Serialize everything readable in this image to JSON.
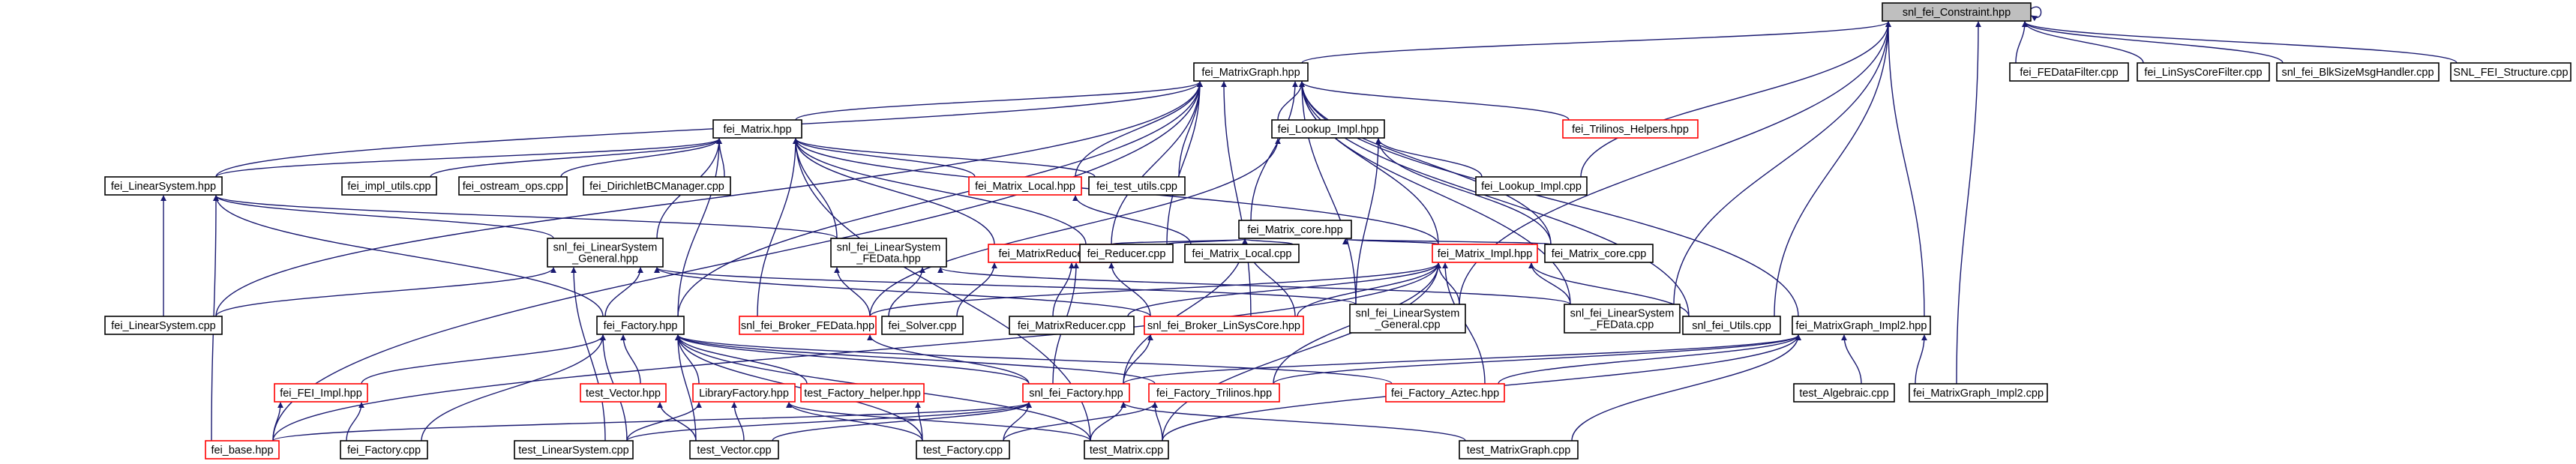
{
  "colors": {
    "edge": "#191970",
    "node_border": "#000000",
    "node_border_undocumented": "#ff0000",
    "root_fill": "#bfbfbf",
    "node_fill": "#ffffff"
  },
  "nodes": [
    {
      "id": "root",
      "lines": [
        "snl_fei_Constraint.hpp"
      ],
      "style": "root"
    },
    {
      "id": "mgh",
      "lines": [
        "fei_MatrixGraph.hpp"
      ],
      "style": "normal"
    },
    {
      "id": "fedatafilter",
      "lines": [
        "fei_FEDataFilter.cpp"
      ],
      "style": "normal"
    },
    {
      "id": "linsyscorefilter",
      "lines": [
        "fei_LinSysCoreFilter.cpp"
      ],
      "style": "normal"
    },
    {
      "id": "blksize",
      "lines": [
        "snl_fei_BlkSizeMsgHandler.cpp"
      ],
      "style": "normal"
    },
    {
      "id": "snlfeistructure",
      "lines": [
        "SNL_FEI_Structure.cpp"
      ],
      "style": "normal"
    },
    {
      "id": "matrixhpp",
      "lines": [
        "fei_Matrix.hpp"
      ],
      "style": "normal"
    },
    {
      "id": "lookupimplhpp",
      "lines": [
        "fei_Lookup_Impl.hpp"
      ],
      "style": "normal"
    },
    {
      "id": "trilinoshelpers",
      "lines": [
        "fei_Trilinos_Helpers.hpp"
      ],
      "style": "red"
    },
    {
      "id": "linsyshpp",
      "lines": [
        "fei_LinearSystem.hpp"
      ],
      "style": "normal"
    },
    {
      "id": "implutils",
      "lines": [
        "fei_impl_utils.cpp"
      ],
      "style": "normal"
    },
    {
      "id": "ostreamops",
      "lines": [
        "fei_ostream_ops.cpp"
      ],
      "style": "normal"
    },
    {
      "id": "dirichlet",
      "lines": [
        "fei_DirichletBCManager.cpp"
      ],
      "style": "normal"
    },
    {
      "id": "matrixlocalhpp",
      "lines": [
        "fei_Matrix_Local.hpp"
      ],
      "style": "red"
    },
    {
      "id": "testutils",
      "lines": [
        "fei_test_utils.cpp"
      ],
      "style": "normal"
    },
    {
      "id": "lookupimplcpp",
      "lines": [
        "fei_Lookup_Impl.cpp"
      ],
      "style": "normal"
    },
    {
      "id": "matrixcorehpp",
      "lines": [
        "fei_Matrix_core.hpp"
      ],
      "style": "normal"
    },
    {
      "id": "snllsgenhpp",
      "lines": [
        "snl_fei_LinearSystem",
        "_General.hpp"
      ],
      "style": "normal"
    },
    {
      "id": "snllsfedatahpp",
      "lines": [
        "snl_fei_LinearSystem",
        "_FEData.hpp"
      ],
      "style": "normal"
    },
    {
      "id": "reducerhpp",
      "lines": [
        "fei_MatrixReducer.hpp"
      ],
      "style": "red"
    },
    {
      "id": "reducercpp",
      "lines": [
        "fei_Reducer.cpp"
      ],
      "style": "normal"
    },
    {
      "id": "matrixlocalcpp",
      "lines": [
        "fei_Matrix_Local.cpp"
      ],
      "style": "normal"
    },
    {
      "id": "matriximplhpp",
      "lines": [
        "fei_Matrix_Impl.hpp"
      ],
      "style": "red"
    },
    {
      "id": "matrixcorecpp",
      "lines": [
        "fei_Matrix_core.cpp"
      ],
      "style": "normal"
    },
    {
      "id": "linsyscpp",
      "lines": [
        "fei_LinearSystem.cpp"
      ],
      "style": "normal"
    },
    {
      "id": "factoryhpp",
      "lines": [
        "fei_Factory.hpp"
      ],
      "style": "normal"
    },
    {
      "id": "brokerfedata",
      "lines": [
        "snl_fei_Broker_FEData.hpp"
      ],
      "style": "red"
    },
    {
      "id": "solvercpp",
      "lines": [
        "fei_Solver.cpp"
      ],
      "style": "normal"
    },
    {
      "id": "matrixreducercpp",
      "lines": [
        "fei_MatrixReducer.cpp"
      ],
      "style": "normal"
    },
    {
      "id": "brokerlinsys",
      "lines": [
        "snl_fei_Broker_LinSysCore.hpp"
      ],
      "style": "red"
    },
    {
      "id": "snllsgencpp",
      "lines": [
        "snl_fei_LinearSystem",
        "_General.cpp"
      ],
      "style": "normal"
    },
    {
      "id": "snllsfedatacpp",
      "lines": [
        "snl_fei_LinearSystem",
        "_FEData.cpp"
      ],
      "style": "normal"
    },
    {
      "id": "snlutils",
      "lines": [
        "snl_fei_Utils.cpp"
      ],
      "style": "normal"
    },
    {
      "id": "mgimpl2hpp",
      "lines": [
        "fei_MatrixGraph_Impl2.hpp"
      ],
      "style": "normal"
    },
    {
      "id": "feiimplhpp",
      "lines": [
        "fei_FEI_Impl.hpp"
      ],
      "style": "red"
    },
    {
      "id": "testvectorhpp",
      "lines": [
        "test_Vector.hpp"
      ],
      "style": "red"
    },
    {
      "id": "libfactoryhpp",
      "lines": [
        "LibraryFactory.hpp"
      ],
      "style": "red"
    },
    {
      "id": "testfactoryhelper",
      "lines": [
        "test_Factory_helper.hpp"
      ],
      "style": "red"
    },
    {
      "id": "snlfactoryhpp",
      "lines": [
        "snl_fei_Factory.hpp"
      ],
      "style": "red"
    },
    {
      "id": "factorytrilinos",
      "lines": [
        "fei_Factory_Trilinos.hpp"
      ],
      "style": "red"
    },
    {
      "id": "factoryaztec",
      "lines": [
        "fei_Factory_Aztec.hpp"
      ],
      "style": "red"
    },
    {
      "id": "testalgebraic",
      "lines": [
        "test_Algebraic.cpp"
      ],
      "style": "normal"
    },
    {
      "id": "mgimpl2cpp",
      "lines": [
        "fei_MatrixGraph_Impl2.cpp"
      ],
      "style": "normal"
    },
    {
      "id": "feibasehpp",
      "lines": [
        "fei_base.hpp"
      ],
      "style": "red"
    },
    {
      "id": "factorycpp",
      "lines": [
        "fei_Factory.cpp"
      ],
      "style": "normal"
    },
    {
      "id": "testlinsyscpp",
      "lines": [
        "test_LinearSystem.cpp"
      ],
      "style": "normal"
    },
    {
      "id": "testvectorcpp",
      "lines": [
        "test_Vector.cpp"
      ],
      "style": "normal"
    },
    {
      "id": "testfactorycpp",
      "lines": [
        "test_Factory.cpp"
      ],
      "style": "normal"
    },
    {
      "id": "testmatrixcpp",
      "lines": [
        "test_Matrix.cpp"
      ],
      "style": "normal"
    },
    {
      "id": "testmgcpp",
      "lines": [
        "test_MatrixGraph.cpp"
      ],
      "style": "normal"
    }
  ],
  "edges": [
    [
      "root",
      "root"
    ],
    [
      "mgh",
      "root"
    ],
    [
      "fedatafilter",
      "root"
    ],
    [
      "linsyscorefilter",
      "root"
    ],
    [
      "blksize",
      "root"
    ],
    [
      "snlfeistructure",
      "root"
    ],
    [
      "lookupimplcpp",
      "root"
    ],
    [
      "snllsgencpp",
      "root"
    ],
    [
      "snllsfedatacpp",
      "root"
    ],
    [
      "mgimpl2hpp",
      "root"
    ],
    [
      "mgimpl2cpp",
      "root"
    ],
    [
      "snlutils",
      "root"
    ],
    [
      "matrixhpp",
      "mgh"
    ],
    [
      "lookupimplhpp",
      "mgh"
    ],
    [
      "trilinoshelpers",
      "mgh"
    ],
    [
      "linsyshpp",
      "mgh"
    ],
    [
      "matrixlocalhpp",
      "mgh"
    ],
    [
      "testutils",
      "mgh"
    ],
    [
      "matrixcorehpp",
      "mgh"
    ],
    [
      "reducerhpp",
      "mgh"
    ],
    [
      "reducercpp",
      "mgh"
    ],
    [
      "matriximplhpp",
      "mgh"
    ],
    [
      "matrixcorecpp",
      "mgh"
    ],
    [
      "linsyscpp",
      "mgh"
    ],
    [
      "factoryhpp",
      "mgh"
    ],
    [
      "snllsgencpp",
      "mgh"
    ],
    [
      "snllsfedatacpp",
      "mgh"
    ],
    [
      "snlutils",
      "mgh"
    ],
    [
      "mgimpl2hpp",
      "mgh"
    ],
    [
      "feibasehpp",
      "mgh"
    ],
    [
      "brokerlinsys",
      "mgh"
    ],
    [
      "linsyshpp",
      "matrixhpp"
    ],
    [
      "implutils",
      "matrixhpp"
    ],
    [
      "ostreamops",
      "matrixhpp"
    ],
    [
      "dirichlet",
      "matrixhpp"
    ],
    [
      "matrixlocalhpp",
      "matrixhpp"
    ],
    [
      "testutils",
      "matrixhpp"
    ],
    [
      "snllsgenhpp",
      "matrixhpp"
    ],
    [
      "snllsfedatahpp",
      "matrixhpp"
    ],
    [
      "reducerhpp",
      "matrixhpp"
    ],
    [
      "matriximplhpp",
      "matrixhpp"
    ],
    [
      "factoryhpp",
      "matrixhpp"
    ],
    [
      "brokerfedata",
      "matrixhpp"
    ],
    [
      "testmatrixcpp",
      "matrixhpp"
    ],
    [
      "reducercpp",
      "matrixhpp"
    ],
    [
      "lookupimplcpp",
      "lookupimplhpp"
    ],
    [
      "matrixcorecpp",
      "lookupimplhpp"
    ],
    [
      "brokerfedata",
      "lookupimplhpp"
    ],
    [
      "snllsgencpp",
      "lookupimplhpp"
    ],
    [
      "snllsgenhpp",
      "linsyshpp"
    ],
    [
      "snllsfedatahpp",
      "linsyshpp"
    ],
    [
      "linsyscpp",
      "linsyshpp"
    ],
    [
      "factoryhpp",
      "linsyshpp"
    ],
    [
      "feibasehpp",
      "linsyshpp"
    ],
    [
      "matrixlocalcpp",
      "matrixlocalhpp"
    ],
    [
      "reducerhpp",
      "matrixcorehpp"
    ],
    [
      "reducercpp",
      "matrixcorehpp"
    ],
    [
      "matrixlocalcpp",
      "matrixcorehpp"
    ],
    [
      "matriximplhpp",
      "matrixcorehpp"
    ],
    [
      "matrixcorecpp",
      "matrixcorehpp"
    ],
    [
      "brokerlinsys",
      "matrixcorehpp"
    ],
    [
      "snlfactoryhpp",
      "matrixcorehpp"
    ],
    [
      "linsyscpp",
      "snllsgenhpp"
    ],
    [
      "factoryhpp",
      "snllsgenhpp"
    ],
    [
      "snllsgencpp",
      "snllsgenhpp"
    ],
    [
      "brokerlinsys",
      "snllsgenhpp"
    ],
    [
      "testlinsyscpp",
      "snllsgenhpp"
    ],
    [
      "brokerfedata",
      "snllsfedatahpp"
    ],
    [
      "solvercpp",
      "snllsfedatahpp"
    ],
    [
      "snllsfedatacpp",
      "snllsfedatahpp"
    ],
    [
      "solvercpp",
      "reducerhpp"
    ],
    [
      "matrixreducercpp",
      "reducerhpp"
    ],
    [
      "brokerlinsys",
      "reducerhpp"
    ],
    [
      "snlfactoryhpp",
      "reducerhpp"
    ],
    [
      "brokerfedata",
      "matriximplhpp"
    ],
    [
      "matrixreducercpp",
      "matriximplhpp"
    ],
    [
      "brokerlinsys",
      "matriximplhpp"
    ],
    [
      "snllsgencpp",
      "matriximplhpp"
    ],
    [
      "snllsfedatacpp",
      "matriximplhpp"
    ],
    [
      "snlutils",
      "matriximplhpp"
    ],
    [
      "factorytrilinos",
      "matriximplhpp"
    ],
    [
      "factoryaztec",
      "matriximplhpp"
    ],
    [
      "testmatrixcpp",
      "matriximplhpp"
    ],
    [
      "feibasehpp",
      "matriximplhpp"
    ],
    [
      "feiimplhpp",
      "factoryhpp"
    ],
    [
      "testvectorhpp",
      "factoryhpp"
    ],
    [
      "libfactoryhpp",
      "factoryhpp"
    ],
    [
      "testfactoryhelper",
      "factoryhpp"
    ],
    [
      "snlfactoryhpp",
      "factoryhpp"
    ],
    [
      "factorytrilinos",
      "factoryhpp"
    ],
    [
      "factoryaztec",
      "factoryhpp"
    ],
    [
      "factorycpp",
      "factoryhpp"
    ],
    [
      "testlinsyscpp",
      "factoryhpp"
    ],
    [
      "testfactorycpp",
      "factoryhpp"
    ],
    [
      "testmatrixcpp",
      "factoryhpp"
    ],
    [
      "testvectorcpp",
      "factoryhpp"
    ],
    [
      "snlfactoryhpp",
      "brokerfedata"
    ],
    [
      "snlfactoryhpp",
      "brokerlinsys"
    ],
    [
      "snlfactoryhpp",
      "mgimpl2hpp"
    ],
    [
      "factorytrilinos",
      "mgimpl2hpp"
    ],
    [
      "factoryaztec",
      "mgimpl2hpp"
    ],
    [
      "testalgebraic",
      "mgimpl2hpp"
    ],
    [
      "mgimpl2cpp",
      "mgimpl2hpp"
    ],
    [
      "testmatrixcpp",
      "mgimpl2hpp"
    ],
    [
      "testmgcpp",
      "mgimpl2hpp"
    ],
    [
      "feibasehpp",
      "feiimplhpp"
    ],
    [
      "factorycpp",
      "feiimplhpp"
    ],
    [
      "testvectorcpp",
      "testvectorhpp"
    ],
    [
      "testlinsyscpp",
      "libfactoryhpp"
    ],
    [
      "testvectorcpp",
      "libfactoryhpp"
    ],
    [
      "testfactorycpp",
      "libfactoryhpp"
    ],
    [
      "testmatrixcpp",
      "libfactoryhpp"
    ],
    [
      "testfactorycpp",
      "testfactoryhelper"
    ],
    [
      "feibasehpp",
      "snlfactoryhpp"
    ],
    [
      "testlinsyscpp",
      "snlfactoryhpp"
    ],
    [
      "testvectorcpp",
      "snlfactoryhpp"
    ],
    [
      "testfactorycpp",
      "snlfactoryhpp"
    ],
    [
      "testmatrixcpp",
      "snlfactoryhpp"
    ],
    [
      "testmgcpp",
      "snlfactoryhpp"
    ],
    [
      "testfactorycpp",
      "factorytrilinos"
    ],
    [
      "testmatrixcpp",
      "factorytrilinos"
    ]
  ]
}
